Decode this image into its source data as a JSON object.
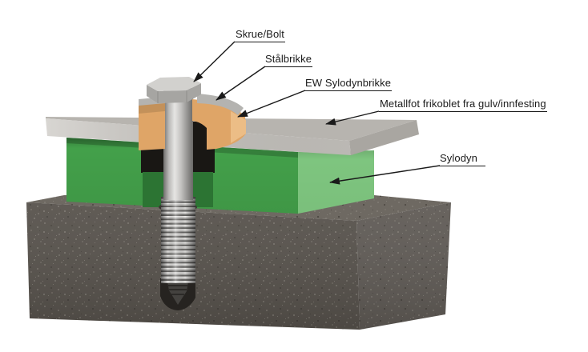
{
  "diagram": {
    "type": "technical-illustration",
    "description": "Cutaway 3D render of a vibration-isolated machine foot mounting",
    "labels": [
      {
        "id": "skrue-bolt",
        "text": "Skrue/Bolt"
      },
      {
        "id": "stalbrikke",
        "text": "Stålbrikke"
      },
      {
        "id": "ew-sylodynbrikke",
        "text": "EW Sylodynbrikke"
      },
      {
        "id": "metallfot",
        "text": "Metallfot frikoblet fra gulv/innfesting"
      },
      {
        "id": "sylodyn",
        "text": "Sylodyn"
      }
    ],
    "colors": {
      "background": "#ffffff",
      "label_text": "#1a1a1a",
      "leader_line": "#1a1a1a",
      "plate_top": "#b7b4af",
      "plate_front": "#cbc8c3",
      "plate_right": "#a9a6a1",
      "sylodyn_front": "#43a04a",
      "sylodyn_right": "#7ec57f",
      "sylodyn_cut": "#2c7433",
      "washer_orange": "#dfa567",
      "washer_orange_cut": "#ecbd86",
      "steel_washer": "#b4b3b0",
      "bolt_head_top": "#c8c7c4",
      "bolt_head_front": "#a6a5a2",
      "concrete_top": "#6e6962",
      "concrete_front": "#56514b",
      "concrete_right": "#5f5a55",
      "recess_dark": "#191714",
      "hole_dark": "#262320"
    }
  }
}
